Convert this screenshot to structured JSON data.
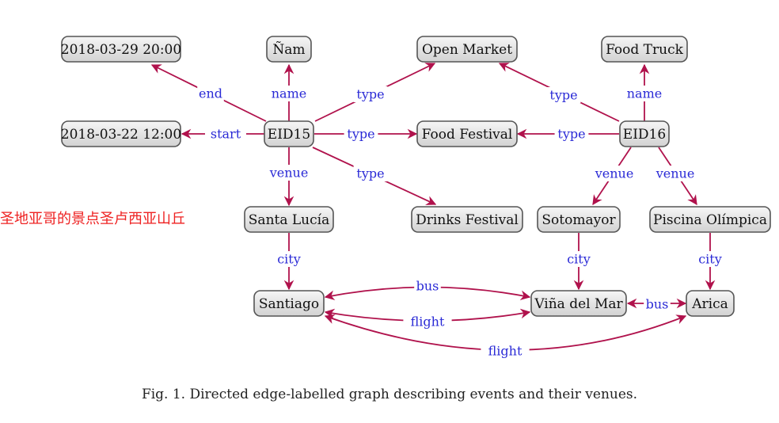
{
  "colors": {
    "edge": "#b0124c",
    "edge_label": "#2a2ad6",
    "node_fill_top": "#f6f6f6",
    "node_fill_bottom": "#d2d2d2",
    "node_stroke": "#555555",
    "overlay_text": "#ee2222"
  },
  "nodes": [
    {
      "id": "t_end",
      "label": "2018-03-29 20:00"
    },
    {
      "id": "nam",
      "label": "Ñam"
    },
    {
      "id": "open_market",
      "label": "Open Market"
    },
    {
      "id": "food_truck",
      "label": "Food Truck"
    },
    {
      "id": "t_start",
      "label": "2018-03-22 12:00"
    },
    {
      "id": "eid15",
      "label": "EID15"
    },
    {
      "id": "food_festival",
      "label": "Food Festival"
    },
    {
      "id": "eid16",
      "label": "EID16"
    },
    {
      "id": "santa_lucia",
      "label": "Santa Lucía"
    },
    {
      "id": "drinks_festival",
      "label": "Drinks Festival"
    },
    {
      "id": "sotomayor",
      "label": "Sotomayor"
    },
    {
      "id": "piscina",
      "label": "Piscina Olímpica"
    },
    {
      "id": "santiago",
      "label": "Santiago"
    },
    {
      "id": "vina",
      "label": "Viña del Mar"
    },
    {
      "id": "arica",
      "label": "Arica"
    }
  ],
  "edges": [
    {
      "from": "eid15",
      "to": "t_end",
      "label": "end"
    },
    {
      "from": "eid15",
      "to": "nam",
      "label": "name"
    },
    {
      "from": "eid15",
      "to": "open_market",
      "label": "type"
    },
    {
      "from": "eid15",
      "to": "t_start",
      "label": "start"
    },
    {
      "from": "eid15",
      "to": "food_festival",
      "label": "type"
    },
    {
      "from": "eid15",
      "to": "santa_lucia",
      "label": "venue"
    },
    {
      "from": "eid15",
      "to": "drinks_festival",
      "label": "type"
    },
    {
      "from": "eid16",
      "to": "open_market",
      "label": "type"
    },
    {
      "from": "eid16",
      "to": "food_truck",
      "label": "name"
    },
    {
      "from": "eid16",
      "to": "food_festival",
      "label": "type"
    },
    {
      "from": "eid16",
      "to": "sotomayor",
      "label": "venue"
    },
    {
      "from": "eid16",
      "to": "piscina",
      "label": "venue"
    },
    {
      "from": "santa_lucia",
      "to": "santiago",
      "label": "city"
    },
    {
      "from": "sotomayor",
      "to": "vina",
      "label": "city"
    },
    {
      "from": "piscina",
      "to": "arica",
      "label": "city"
    },
    {
      "from": "santiago",
      "to": "vina",
      "label": "bus",
      "bidirectional": true
    },
    {
      "from": "santiago",
      "to": "vina",
      "label": "flight",
      "bidirectional": true
    },
    {
      "from": "vina",
      "to": "arica",
      "label": "bus",
      "bidirectional": true
    },
    {
      "from": "santiago",
      "to": "arica",
      "label": "flight",
      "bidirectional": true
    }
  ],
  "caption": "Fig. 1.  Directed edge-labelled graph describing events and their venues.",
  "overlay_text": "圣地亚哥的景点圣卢西亚山丘"
}
